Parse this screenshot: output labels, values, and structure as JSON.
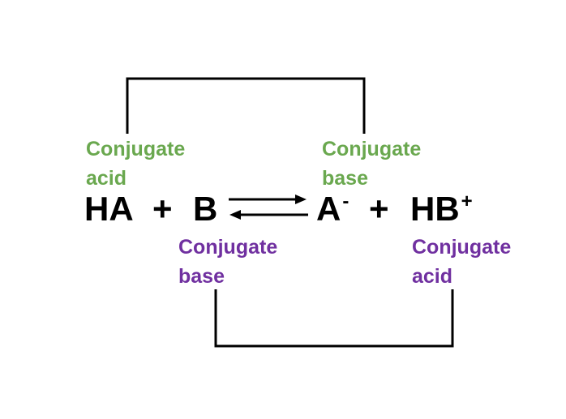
{
  "colors": {
    "acid_pair": "#6aa84f",
    "base_pair": "#7030a0",
    "bracket": "#000000",
    "text": "#000000"
  },
  "labels": {
    "top_left": {
      "line1": "Conjugate",
      "line2": "acid"
    },
    "top_right": {
      "line1": "Conjugate",
      "line2": "base"
    },
    "bottom_left": {
      "line1": "Conjugate",
      "line2": "base"
    },
    "bottom_right": {
      "line1": "Conjugate",
      "line2": "acid"
    }
  },
  "equation": {
    "reactant1": "HA",
    "plus1": "+",
    "reactant2": "B",
    "product1": "A",
    "product1_charge": "-",
    "plus2": "+",
    "product2": "HB",
    "product2_charge": "+",
    "arrow": "equilibrium-arrows"
  }
}
